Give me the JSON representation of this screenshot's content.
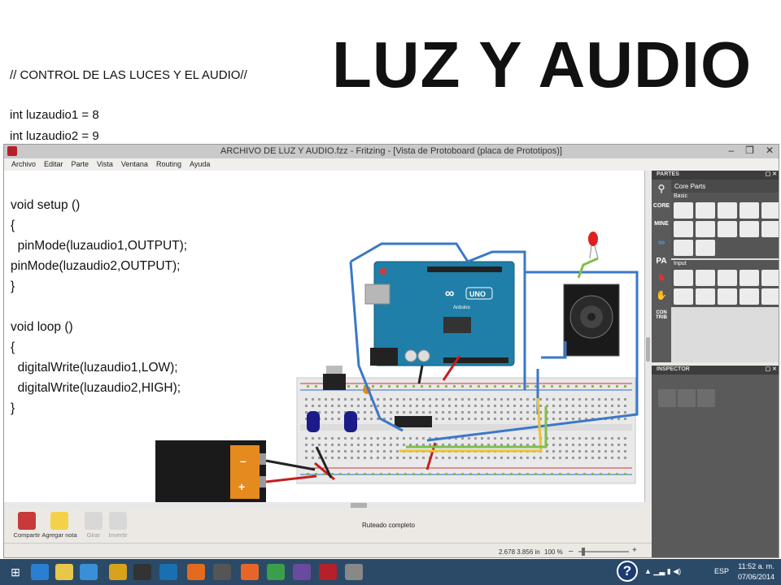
{
  "slide": {
    "title": "LUZ Y AUDIO",
    "code_comment": "// CONTROL DE LAS LUCES Y EL AUDIO//",
    "code_line1": "int luzaudio1 = 8",
    "code_line2": "int luzaudio2 = 9",
    "code_body": "void setup ()\n{\n  pinMode(luzaudio1,OUTPUT);\npinMode(luzaudio2,OUTPUT);\n}\n\nvoid loop ()\n{\n  digitalWrite(luzaudio1,LOW);\n  digitalWrite(luzaudio2,HIGH);\n}"
  },
  "window": {
    "title": "ARCHIVO DE LUZ Y AUDIO.fzz - Fritzing - [Vista de Protoboard (placa de Prototipos)]",
    "controls": [
      "–",
      "❐",
      "✕"
    ],
    "menu": [
      "Archivo",
      "Editar",
      "Parte",
      "Vista",
      "Ventana",
      "Routing",
      "Ayuda"
    ]
  },
  "parts": {
    "header": "PARTES",
    "bin_title": "Core Parts",
    "tabs": [
      "CORE",
      "MINE",
      "",
      "",
      "",
      "",
      "",
      "CON TRIB"
    ],
    "basic_label": "Basic",
    "input_label": "Input"
  },
  "inspector": {
    "header": "INSPECTOR"
  },
  "toolbar": {
    "share": "Compartir",
    "add_note": "Agregar nota",
    "rotate": "Girar",
    "flip": "Invertir",
    "routing_status": "Ruteado completo"
  },
  "statusbar": {
    "coords": "2.678 3.856 in",
    "zoom": "100 %"
  },
  "taskbar": {
    "lang": "ESP",
    "time": "11:52 a. m.",
    "date": "07/06/2014"
  },
  "colors": {
    "wire_blue": "#3a78c9",
    "arduino": "#1f7fa8",
    "battery_orange": "#e48a1f",
    "taskbar": "#2b4a68"
  }
}
